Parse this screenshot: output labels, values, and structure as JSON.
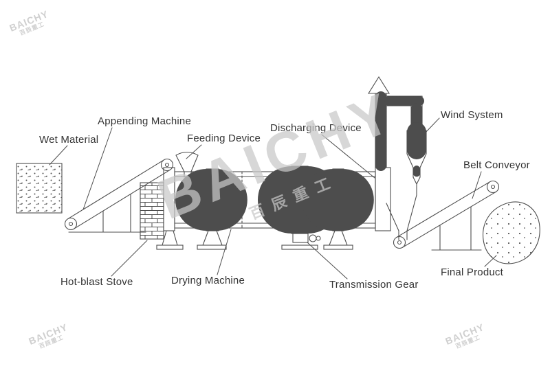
{
  "diagram": {
    "labels": {
      "wet_material": "Wet Material",
      "appending_machine": "Appending Machine",
      "feeding_device": "Feeding Device",
      "discharging_device": "Discharging Device",
      "wind_system": "Wind System",
      "belt_conveyor": "Belt Conveyor",
      "final_product": "Final Product",
      "hot_blast_stove": "Hot-blast Stove",
      "drying_machine": "Drying Machine",
      "transmission_gear": "Transmission Gear"
    },
    "watermark": {
      "brand": "BAICHY",
      "company": "百辰重工"
    },
    "colors": {
      "line": "#4d4d4d",
      "label_text": "#333333",
      "watermark": "#c8c8c8",
      "background": "#ffffff"
    }
  }
}
